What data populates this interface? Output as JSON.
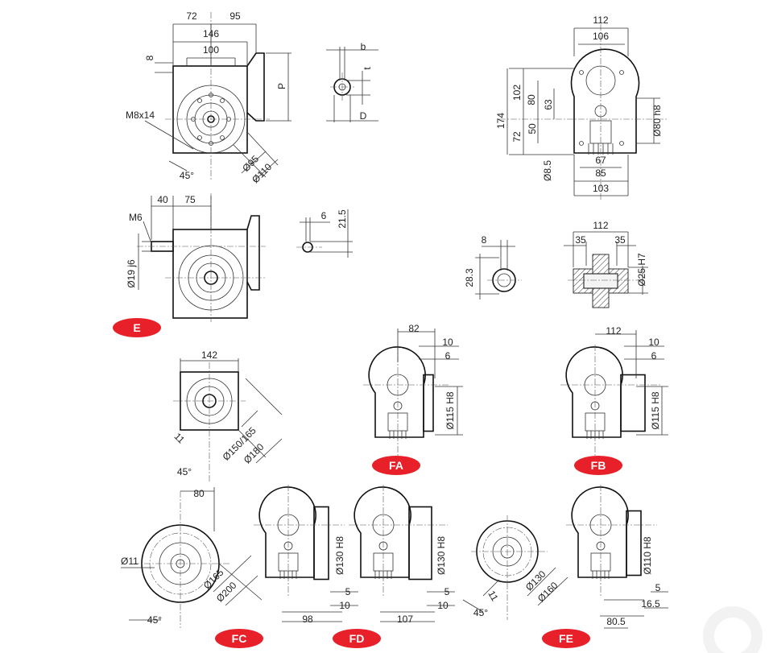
{
  "colors": {
    "badge": "#e8202a",
    "line": "#222222",
    "watermark": "#e6e6e6"
  },
  "top_view": {
    "d72": "72",
    "d95": "95",
    "d146": "146",
    "d100": "100",
    "d8": "8",
    "p": "P",
    "thread": "M8x14",
    "angle": "45°",
    "dia95": "Ø95",
    "dia110": "Ø110"
  },
  "shaft_detail": {
    "b": "b",
    "t": "t",
    "d": "D"
  },
  "front_view": {
    "d112": "112",
    "d106": "106",
    "d174": "174",
    "d102": "102",
    "d80": "80",
    "d63": "63",
    "d72": "72",
    "d50": "50",
    "dia80": "Ø80 h8",
    "d67": "67",
    "d85": "85",
    "d103": "103",
    "dia8_5": "Ø8.5"
  },
  "input_view": {
    "d40": "40",
    "d75": "75",
    "thread": "M6",
    "dia19": "Ø19 j6",
    "badge": "E"
  },
  "input_key": {
    "d6": "6",
    "d21_5": "21.5"
  },
  "hollow_key": {
    "d8": "8",
    "d28_3": "28.3"
  },
  "hollow_shaft": {
    "d112": "112",
    "d35a": "35",
    "d35b": "35",
    "dia25": "Ø25 H7"
  },
  "flange_fa": {
    "d82": "82",
    "d10": "10",
    "d6": "6",
    "dia115": "Ø115 H8",
    "badge": "FA"
  },
  "flange_fb": {
    "d112": "112",
    "d10": "10",
    "d6": "6",
    "dia115": "Ø115 H8",
    "badge": "FB"
  },
  "square_flange": {
    "d142": "142",
    "d11": "11",
    "angle": "45°",
    "dia150": "Ø150/165",
    "dia180": "Ø180"
  },
  "flange_fc": {
    "d80": "80",
    "dia11": "Ø11",
    "dia165": "Ø165",
    "dia200": "Ø200",
    "angle": "45°",
    "badge": "FC"
  },
  "flange_fc_side": {
    "dia130": "Ø130 H8",
    "d5": "5",
    "d10": "10",
    "d98": "98"
  },
  "flange_fd": {
    "dia130": "Ø130 H8",
    "d5": "5",
    "d10": "10",
    "d107": "107",
    "badge": "FD"
  },
  "flange_fe": {
    "d11": "11",
    "angle": "45°",
    "dia130": "Ø130",
    "dia160": "Ø160",
    "dia110": "Ø110 H8",
    "d5": "5",
    "d16_5": "16.5",
    "d80_5": "80.5",
    "badge": "FE"
  }
}
